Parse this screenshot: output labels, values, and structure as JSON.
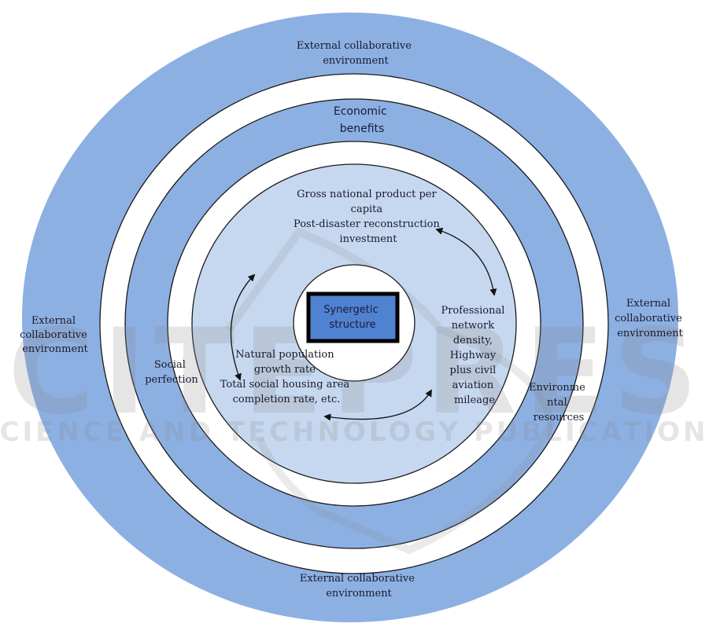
{
  "colors": {
    "outer_ring": "#8db0e3",
    "band_ring": "#8db0e3",
    "inner_disc": "#c6d8f0",
    "gap_ring": "#ffffff",
    "center_circle": "#ffffff",
    "core_box": "#4f82d0",
    "outline": "#1a1a1a",
    "arrow": "#111111"
  },
  "diagram": {
    "outer_layer": {
      "label_top": [
        "External collaborative",
        "environment"
      ],
      "label_bottom": [
        "External collaborative",
        "environment"
      ],
      "label_left": [
        "External",
        "collaborative",
        "environment"
      ],
      "label_right": [
        "External",
        "collaborative",
        "environment"
      ]
    },
    "middle_layer": {
      "label_top": [
        "Economic",
        "benefits"
      ],
      "label_left": [
        "Social",
        "perfection"
      ],
      "label_right": [
        "Environme",
        "ntal",
        "resources"
      ]
    },
    "inner_layer": {
      "top_block": [
        "Gross national product per",
        "capita",
        "Post-disaster reconstruction",
        "investment"
      ],
      "right_block": [
        "Professional",
        "network",
        "density,",
        "Highway",
        "plus civil",
        "aviation",
        "mileage"
      ],
      "left_block": [
        "Natural population",
        "growth rate",
        "Total social housing area",
        "completion rate, etc."
      ]
    },
    "core": {
      "label": [
        "Synergetic",
        "structure"
      ]
    }
  },
  "watermark": {
    "line1": "SCITEPRESS",
    "line2": "SCIENCE AND TECHNOLOGY PUBLICATIONS"
  }
}
